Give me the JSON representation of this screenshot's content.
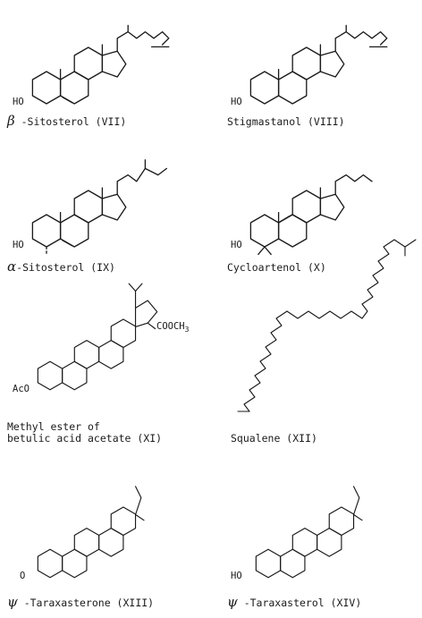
{
  "compounds": [
    {
      "id": "vii",
      "caption_prefix": "β",
      "caption": " -Sitosterol (VII)",
      "group": "HO"
    },
    {
      "id": "viii",
      "caption_prefix": "",
      "caption": "Stigmastanol (VIII)",
      "group": "HO"
    },
    {
      "id": "ix",
      "caption_prefix": "α",
      "caption": "-Sitosterol (IX)",
      "group": "HO"
    },
    {
      "id": "x",
      "caption_prefix": "",
      "caption": "Cycloartenol (X)",
      "group": "HO"
    },
    {
      "id": "xi",
      "caption_prefix": "",
      "caption_line1": "Methyl ester of",
      "caption": "betulic acid acetate (XI)",
      "group": "AcO",
      "group2": "COOCH",
      "group2_sub": "3"
    },
    {
      "id": "xii",
      "caption_prefix": "",
      "caption": "Squalene (XII)"
    },
    {
      "id": "xiii",
      "caption_prefix": "ψ",
      "caption": " -Taraxasterone (XIII)",
      "group": "O"
    },
    {
      "id": "xiv",
      "caption_prefix": "ψ",
      "caption": " -Taraxasterol (XIV)",
      "group": "HO"
    }
  ]
}
